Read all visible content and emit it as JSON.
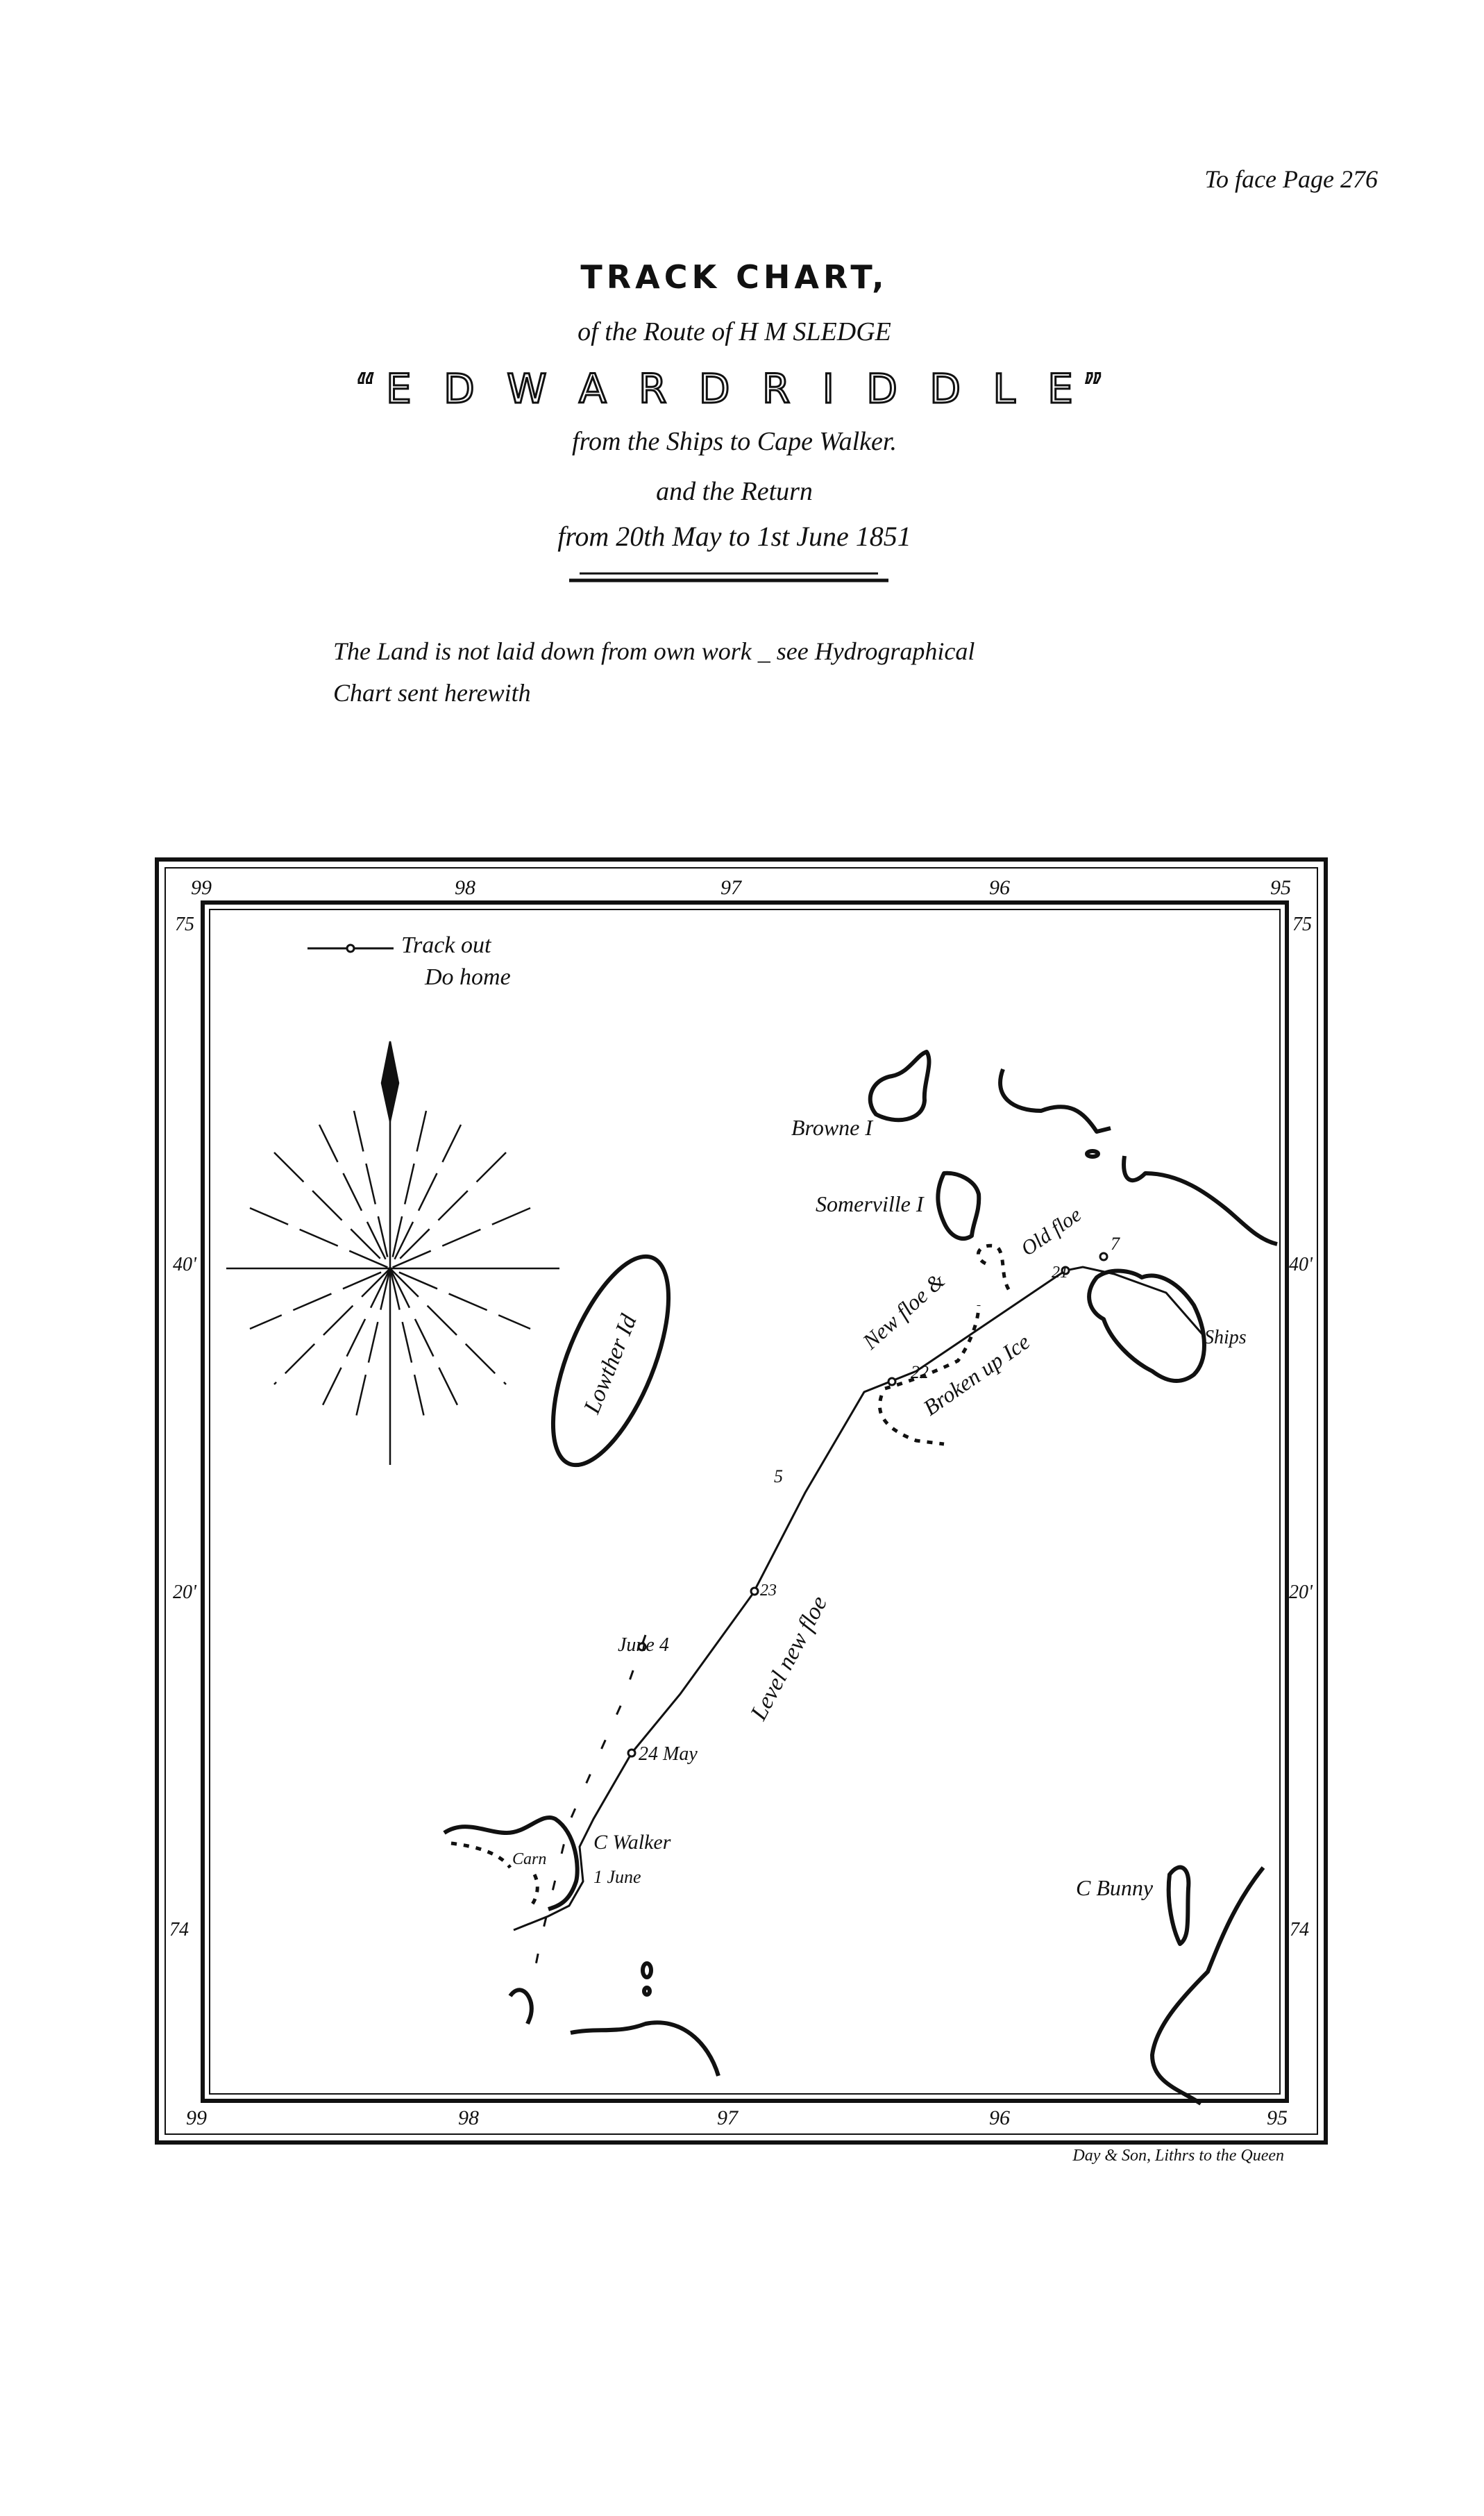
{
  "page_ref": "To face Page 276",
  "title": "TRACK CHART,",
  "subtitle": "of the Route of H M SLEDGE",
  "vessel_name": "“E D W A R D   R I D D L E”",
  "route": "from the Ships to Cape Walker.",
  "return": "and the Return",
  "dates": "from 20th May to 1st June 1851",
  "note_line1": "The Land is not laid down from own work _ see Hydrographical",
  "note_line2": "Chart sent herewith",
  "map": {
    "longitude_labels": [
      "99",
      "98",
      "97",
      "96",
      "95"
    ],
    "latitude_labels_left": [
      "75",
      "40'",
      "20'",
      "74"
    ],
    "latitude_labels_right": [
      "75",
      "40'",
      "20'",
      "74"
    ],
    "legend": {
      "track_out": "Track out",
      "home": "Do home"
    },
    "places": {
      "browne": "Browne I",
      "somerville": "Somerville I",
      "lowther": "Lowther Id",
      "ships": "Ships",
      "old_floe": "Old floe",
      "new_floe": "New floe &",
      "broken_ice": "Broken up Ice",
      "level_floe": "Level new floe",
      "cape_walker": "C Walker",
      "carn": "Carn",
      "first_june": "1 June",
      "cape_bunny": "C Bunny"
    },
    "camps": {
      "c7": "7",
      "c21": "21",
      "c22": "22",
      "c5": "5",
      "c23": "23",
      "june4": "June 4",
      "may24": "24 May"
    }
  },
  "credit": "Day & Son, Lithrs to the Queen"
}
